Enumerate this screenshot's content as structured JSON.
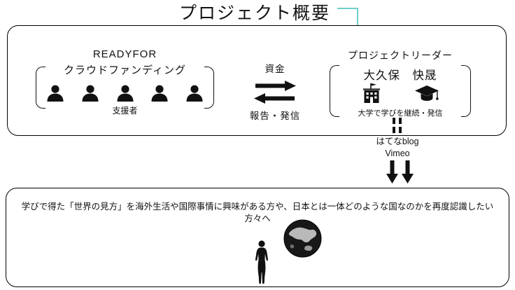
{
  "title": "プロジェクト概要",
  "top": {
    "funders": {
      "org": "READYFOR",
      "method": "クラウドファンディング",
      "caption": "支援者"
    },
    "flows": {
      "to_leader": "資金",
      "to_funders": "報告・発信"
    },
    "leader": {
      "role": "プロジェクトリーダー",
      "name": "大久保　快晟",
      "caption": "大学で学びを継続・発信"
    }
  },
  "channels": {
    "blog": "はてなblog",
    "video": "Vimeo"
  },
  "audience": {
    "message": "学びで得た「世界の見方」を海外生活や国際事情に興味がある方や、日本とは一体どのような国なのかを再度認識したい方々へ"
  },
  "icons": {
    "supporters": "person-bust-icon",
    "school": "school-building-icon",
    "graduation": "graduation-cap-icon",
    "funds": "arrow-right-icon",
    "report": "arrow-left-icon",
    "publish": "down-arrow-icon",
    "audience_person": "standing-person-icon",
    "globe": "globe-icon"
  },
  "colors": {
    "accent": "#6fd0ca",
    "ink": "#111111",
    "background": "#ffffff"
  }
}
